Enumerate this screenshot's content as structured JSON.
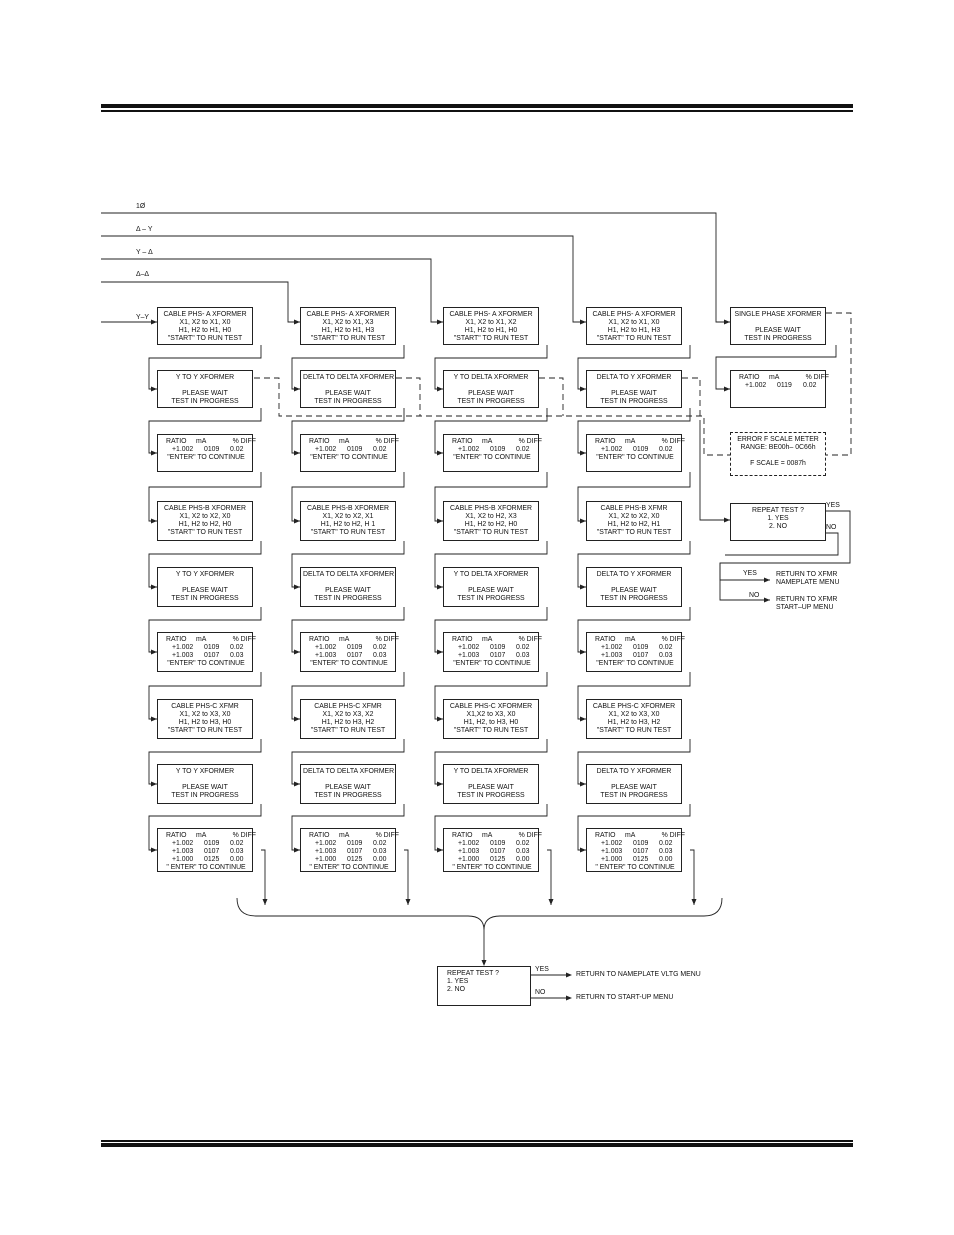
{
  "inputs": [
    {
      "id": "in-1p",
      "label": "1Ø"
    },
    {
      "id": "in-dy",
      "label": "Δ – Y"
    },
    {
      "id": "in-yd",
      "label": "Y – Δ"
    },
    {
      "id": "in-dd",
      "label": "Δ–Δ"
    },
    {
      "id": "in-yy",
      "label": "Y–Y"
    }
  ],
  "columns": [
    {
      "phA": [
        "CABLE  PHS- A  XFORMER",
        "X1, X2 to X1, X0",
        "H1, H2 to H1, H0",
        "\"START\"  TO RUN  TEST"
      ],
      "waitA": [
        "Y  TO  Y  XFORMER",
        "",
        "PLEASE  WAIT",
        "TEST IN PROGRESS"
      ],
      "resA": [
        [
          "RATIO",
          "mA",
          "% DIFF"
        ],
        [
          "+1.002",
          "0109",
          "0.02"
        ],
        [
          "\"ENTER\"  TO CONTINUE"
        ]
      ],
      "phB": [
        "CABLE  PHS-B  XFORMER",
        "X1, X2  to X2, X0",
        "H1, H2 to H2, H0",
        "\"START\"  TO RUN  TEST"
      ],
      "waitB": [
        "Y  TO  Y  XFORMER",
        "",
        "PLEASE  WAIT",
        "TEST IN PROGRESS"
      ],
      "resB": [
        [
          "RATIO",
          "mA",
          "% DIFF"
        ],
        [
          "+1.002",
          "0109",
          "0.02"
        ],
        [
          "+1.003",
          "0107",
          "0.03"
        ],
        [
          "\"ENTER\" TO CONTINUE"
        ]
      ],
      "phC": [
        "CABLE  PHS-C  XFMR",
        "X1, X2 to X3, X0",
        "H1, H2 to H3, H0",
        "\"START\" TO RUN TEST"
      ],
      "waitC": [
        "Y  TO  Y  XFORMER",
        "",
        "PLEASE  WAIT",
        "TEST IN PROGRESS"
      ],
      "resC": [
        [
          "RATIO",
          "mA",
          "% DIFF"
        ],
        [
          "+1.002",
          "0109",
          "0.02"
        ],
        [
          "+1.003",
          "0107",
          "0.03"
        ],
        [
          "+1.000",
          "0125",
          "0.00"
        ],
        [
          "\" ENTER\" TO CONTINUE"
        ]
      ]
    },
    {
      "phA": [
        "CABLE  PHS- A  XFORMER",
        "X1, X2 to X1, X3",
        "H1, H2 to H1, H3",
        "\"START\"  TO RUN  TEST"
      ],
      "waitA": [
        "DELTA TO DELTA XFORMER",
        "",
        "PLEASE  WAIT",
        "TEST IN PROGRESS"
      ],
      "resA": [
        [
          "RATIO",
          "mA",
          "% DIFF"
        ],
        [
          "+1.002",
          "0109",
          "0.02"
        ],
        [
          "\"ENTER\"  TO CONTINUE"
        ]
      ],
      "phB": [
        "CABLE PHS-B  XFORMER",
        "X1, X2  to X2, X1",
        "H1, H2 to H2, H 1",
        "\"START\"  TO RUN  TEST"
      ],
      "waitB": [
        "DELTA TO DELTA XFORMER",
        "",
        "PLEASE  WAIT",
        "TEST IN PROGRESS"
      ],
      "resB": [
        [
          "RATIO",
          "mA",
          "% DIFF"
        ],
        [
          "+1.002",
          "0109",
          "0.02"
        ],
        [
          "+1.003",
          "0107",
          "0.03"
        ],
        [
          "\"ENTER\" TO CONTINUE"
        ]
      ],
      "phC": [
        "CABLE  PHS-C  XFMR",
        "X1, X2 to X3, X2",
        "H1, H2 to H3, H2",
        "\"START\" TO RUN TEST"
      ],
      "waitC": [
        "DELTA TO DELTA XFORMER",
        "",
        "PLEASE  WAIT",
        "TEST IN PROGRESS"
      ],
      "resC": [
        [
          "RATIO",
          "mA",
          "% DIFF"
        ],
        [
          "+1.002",
          "0109",
          "0.02"
        ],
        [
          "+1.003",
          "0107",
          "0.03"
        ],
        [
          "+1.000",
          "0125",
          "0.00"
        ],
        [
          "\" ENTER\" TO CONTINUE"
        ]
      ]
    },
    {
      "phA": [
        "CABLE  PHS- A  XFORMER",
        "X1, X2  to  X1, X2",
        "H1, H2  to  H1, H0",
        "\"START\"  TO RUN  TEST"
      ],
      "waitA": [
        "Y  TO  DELTA  XFORMER",
        "",
        "PLEASE  WAIT",
        "TEST IN PROGRESS"
      ],
      "resA": [
        [
          "RATIO",
          "mA",
          "% DIFF"
        ],
        [
          "+1.002",
          "0109",
          "0.02"
        ],
        [
          "\"ENTER\"  TO CONTINUE"
        ]
      ],
      "phB": [
        "CABLE PHS-B  XFORMER",
        "X1, X2  to H2, X3",
        "H1, H2  to H2, H0",
        "\"START\"  TO RUN  TEST"
      ],
      "waitB": [
        "Y  TO  DELTA  XFORMER",
        "",
        "PLEASE  WAIT",
        "TEST IN PROGRESS"
      ],
      "resB": [
        [
          "RATIO",
          "mA",
          "% DIFF"
        ],
        [
          "+1.002",
          "0109",
          "0.02"
        ],
        [
          "+1.003",
          "0107",
          "0.03"
        ],
        [
          "\"ENTER\" TO CONTINUE"
        ]
      ],
      "phC": [
        "CABLE  PHS-C  XFORMER",
        "X1,X2  to  X3, X0",
        "H1, H2,  to  H3, H0",
        "\"START\" TO RUN  TEST"
      ],
      "waitC": [
        "Y  TO  DELTA  XFORMER",
        "",
        "PLEASE  WAIT",
        "TEST IN PROGRESS"
      ],
      "resC": [
        [
          "RATIO",
          "mA",
          "% DIFF"
        ],
        [
          "+1.002",
          "0109",
          "0.02"
        ],
        [
          "+1.003",
          "0107",
          "0.03"
        ],
        [
          "+1.000",
          "0125",
          "0.00"
        ],
        [
          "\" ENTER\" TO CONTINUE"
        ]
      ]
    },
    {
      "phA": [
        "CABLE  PHS- A  XFORMER",
        "X1, X2  to  X1, X0",
        "H1, H2 to H1, H3",
        "\"START\"  TO RUN  TEST"
      ],
      "waitA": [
        "DELTA  TO  Y  XFORMER",
        "",
        "PLEASE  WAIT",
        "TEST IN PROGRESS"
      ],
      "resA": [
        [
          "RATIO",
          "mA",
          "% DIFF"
        ],
        [
          "+1.002",
          "0109",
          "0.02"
        ],
        [
          "\"ENTER\"  TO CONTINUE"
        ]
      ],
      "phB": [
        "CABLE  PHS-B  XFMR",
        "X1, X2  to  X2, X0",
        "H1, H2 to H2, H1",
        "\"START\"  TO RUN  TEST"
      ],
      "waitB": [
        "DELTA  TO  Y  XFORMER",
        "",
        "PLEASE  WAIT",
        "TEST IN PROGRESS"
      ],
      "resB": [
        [
          "RATIO",
          "mA",
          "% DIFF"
        ],
        [
          "+1.002",
          "0109",
          "0.02"
        ],
        [
          "+1.003",
          "0107",
          "0.03"
        ],
        [
          "\"ENTER\" TO CONTINUE"
        ]
      ],
      "phC": [
        "CABLE  PHS-C  XFORMER",
        "X1, X2 to X3, X0",
        "H1, H2 to H3, H2",
        "\"START\" TO RUN  TEST"
      ],
      "waitC": [
        "DELTA  TO  Y  XFORMER",
        "",
        "PLEASE  WAIT",
        "TEST IN PROGRESS"
      ],
      "resC": [
        [
          "RATIO",
          "mA",
          "% DIFF"
        ],
        [
          "+1.002",
          "0109",
          "0.02"
        ],
        [
          "+1.003",
          "0107",
          "0.03"
        ],
        [
          "+1.000",
          "0125",
          "0.00"
        ],
        [
          "\" ENTER\" TO CONTINUE"
        ]
      ]
    }
  ],
  "single_phase": {
    "box1": [
      "SINGLE PHASE XFORMER",
      "",
      "PLEASE WAIT",
      "TEST IN PROGRESS"
    ],
    "box2": [
      [
        "RATIO",
        "mA",
        "% DIFF"
      ],
      [
        "+1.002",
        "0119",
        "0.02"
      ]
    ],
    "error": [
      "ERROR F SCALE METER",
      "RANGE: BE00h– 0C66h",
      "",
      "F SCALE =  0087h"
    ],
    "repeat": [
      "REPEAT TEST ?",
      "1.  YES",
      "2.  NO"
    ],
    "yes": "YES",
    "no": "NO",
    "yes_dest": [
      "RETURN TO XFMR",
      "NAMEPLATE  MENU"
    ],
    "no_dest": [
      "RETURN TO XFMR",
      "START–UP  MENU"
    ]
  },
  "final": {
    "repeat": [
      "REPEAT TEST ?",
      "1.  YES",
      "2.  NO"
    ],
    "yes": "YES",
    "no": "NO",
    "yes_dest": "RETURN TO NAMEPLATE  VLTG MENU",
    "no_dest": "RETURN  TO START-UP MENU"
  }
}
